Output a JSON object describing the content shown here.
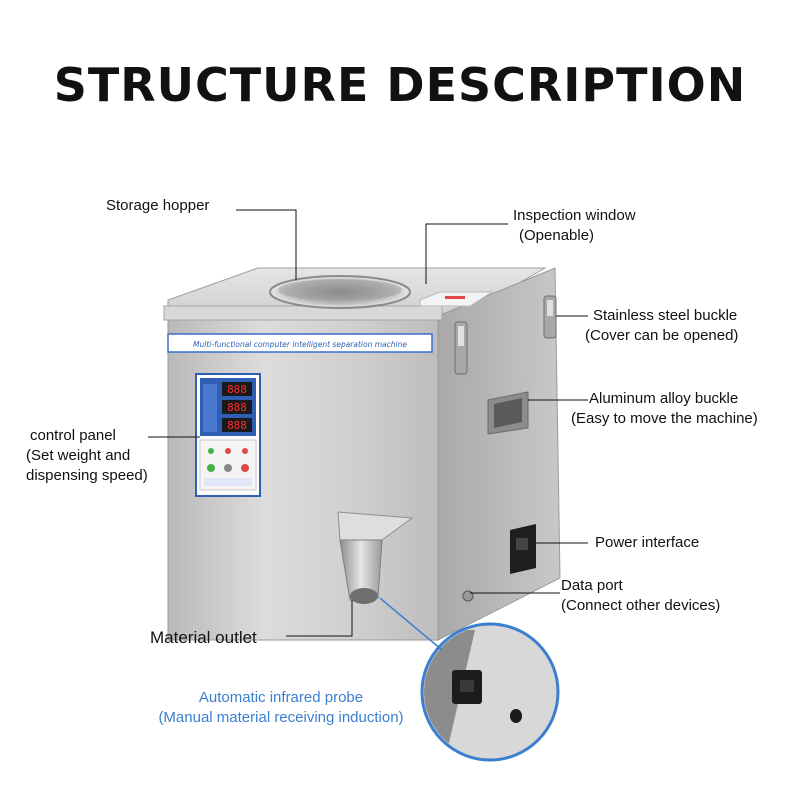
{
  "title": "STRUCTURE DESCRIPTION",
  "machine": {
    "banner": "Multi-functional computer intelligent separation machine",
    "displays": [
      "888",
      "888",
      "888"
    ]
  },
  "callouts": {
    "storage_hopper": "Storage hopper",
    "inspection_window": {
      "line1": "Inspection window",
      "line2": "(Openable)"
    },
    "steel_buckle": {
      "line1": "Stainless steel buckle",
      "line2": "(Cover can be opened)"
    },
    "alloy_buckle": {
      "line1": "Aluminum alloy buckle",
      "line2": "(Easy to move the machine)"
    },
    "control_panel": {
      "line1": "control panel",
      "line2": "(Set weight and",
      "line3": "dispensing speed)"
    },
    "power_interface": "Power interface",
    "data_port": {
      "line1": "Data port",
      "line2": "(Connect other devices)"
    },
    "material_outlet": "Material outlet",
    "infrared_probe": {
      "line1": "Automatic infrared probe",
      "line2": "(Manual material receiving induction)"
    }
  },
  "colors": {
    "steel": "#c9c9c9",
    "panel_blue": "#2f5fb5",
    "accent_blue": "#3b7fd0",
    "display_red": "#ff2a2a"
  }
}
